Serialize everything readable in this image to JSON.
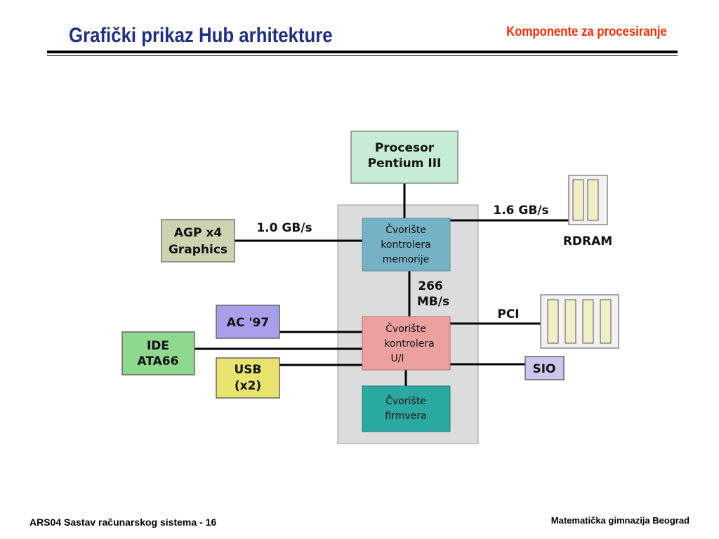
{
  "header": {
    "title": "Grafički prikaz Hub arhitekture",
    "subtitle": "Komponente za procesiranje"
  },
  "footer": {
    "left": "ARS04 Sastav računarskog sistema - 16",
    "right": "Matematička gimnazija Beograd"
  },
  "diagram": {
    "processor": [
      "Procesor",
      "Pentium III"
    ],
    "agp": [
      "AGP x4",
      "Graphics"
    ],
    "ac97": "AC '97",
    "ide": [
      "IDE",
      "ATA66"
    ],
    "usb": [
      "USB",
      "(x2)"
    ],
    "sio": "SIO",
    "rdram": "RDRAM",
    "pci": "PCI",
    "mch": [
      "Čvorište",
      "kontrolera",
      "memorije"
    ],
    "ich": [
      "Čvorište",
      "kontrolera",
      "U/I"
    ],
    "fwh": [
      "Čvorište",
      "firmvera"
    ],
    "rates": {
      "agp": "1.0 GB/s",
      "rdram": "1.6 GB/s",
      "hub": [
        "266",
        "MB/s"
      ]
    }
  },
  "colors": {
    "title": "#1f2f86",
    "subtitle": "#ff2a00",
    "processor": "#c7ecd5",
    "agp": "#cdd3b1",
    "hub_group": "#dcdcdc",
    "mch": "#76b2c6",
    "ich": "#eca0a0",
    "fwh": "#2aa9a0",
    "ac97": "#a79fe9",
    "ide": "#8ed98e",
    "usb": "#e7e36c",
    "sio": "#cbc7ef",
    "slot": "#f2eec6"
  }
}
